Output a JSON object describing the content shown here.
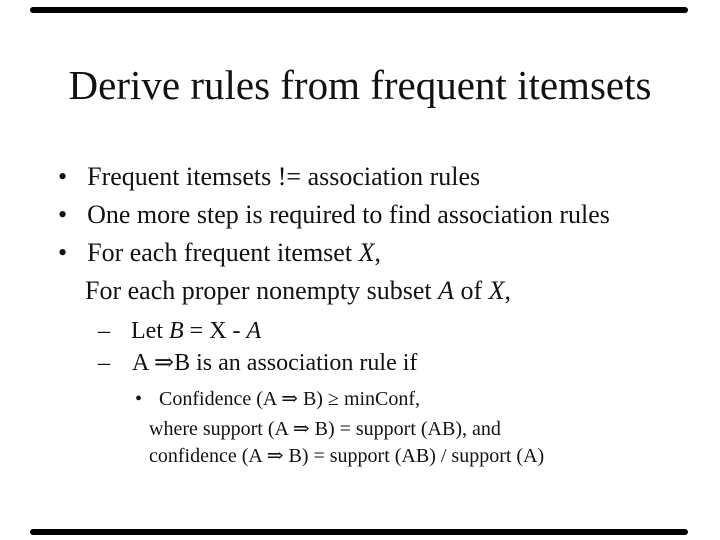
{
  "slide": {
    "title": "Derive rules from frequent itemsets",
    "colors": {
      "background": "#ffffff",
      "text": "#121212",
      "border_bar": "#000000"
    },
    "lines": [
      {
        "marker": "•",
        "segments": [
          {
            "t": "Frequent itemsets != association rules",
            "i": false
          }
        ]
      },
      {
        "marker": "•",
        "segments": [
          {
            "t": "One more step is required to find association rules",
            "i": false
          }
        ]
      },
      {
        "marker": "•",
        "segments": [
          {
            "t": "For each frequent itemset ",
            "i": false
          },
          {
            "t": "X",
            "i": true
          },
          {
            "t": ",",
            "i": false
          }
        ]
      },
      {
        "marker": "",
        "segments": [
          {
            "t": "For each proper nonempty subset ",
            "i": false
          },
          {
            "t": "A",
            "i": true
          },
          {
            "t": " of ",
            "i": false
          },
          {
            "t": "X",
            "i": true
          },
          {
            "t": ",",
            "i": false
          }
        ]
      },
      {
        "marker": "–",
        "segments": [
          {
            "t": "Let ",
            "i": false
          },
          {
            "t": "B",
            "i": true
          },
          {
            "t": " = X - ",
            "i": false
          },
          {
            "t": "A",
            "i": true
          }
        ]
      },
      {
        "marker": "–",
        "segments": [
          {
            "t": "A ⇒B is an association rule if",
            "i": false
          }
        ]
      },
      {
        "marker": "•",
        "segments": [
          {
            "t": "Confidence (A ⇒ B) ≥ minConf,",
            "i": false
          }
        ]
      },
      {
        "marker": "",
        "segments": [
          {
            "t": "where support (A ⇒ B) = support (AB), and",
            "i": false
          }
        ]
      },
      {
        "marker": "",
        "segments": [
          {
            "t": "confidence (A ⇒ B) = support (AB) / support (A)",
            "i": false
          }
        ]
      }
    ]
  }
}
